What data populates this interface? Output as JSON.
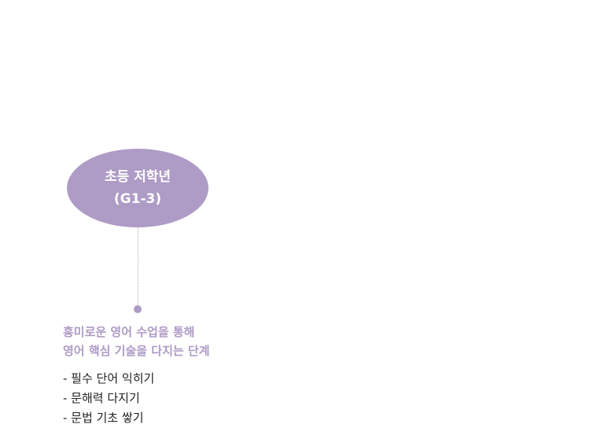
{
  "node": {
    "title": "초등 저학년",
    "subtitle": "(G1-3)"
  },
  "description": [
    "흥미로운 영어 수업을 통해",
    "영어 핵심 기술을 다지는 단계"
  ],
  "items": [
    "- 필수 단어 익히기",
    "- 문해력 다지기",
    "- 문법 기초 쌓기"
  ],
  "colors": {
    "accent": "#ae9bc6",
    "text": "#222222"
  }
}
